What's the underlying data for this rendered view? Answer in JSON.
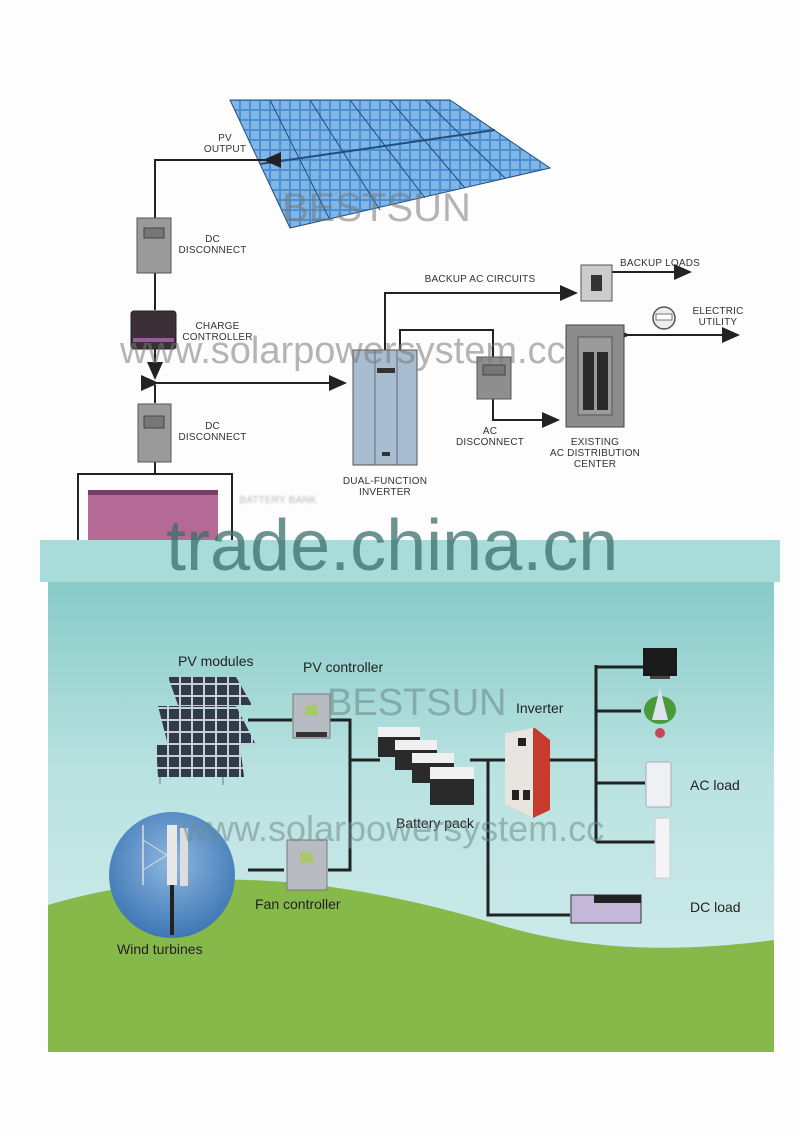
{
  "top_diagram": {
    "labels": {
      "pv_output": "PV\nOUTPUT",
      "dc_disconnect_1": "DC\nDISCONNECT",
      "charge_controller": "CHARGE\nCONTROLLER",
      "dc_disconnect_2": "DC\nDISCONNECT",
      "battery_bank": "BATTERY BANK",
      "dual_function_inverter": "DUAL-FUNCTION\nINVERTER",
      "backup_ac_circuits": "BACKUP AC CIRCUITS",
      "backup_loads": "BACKUP LOADS",
      "electric_utility": "ELECTRIC\nUTILITY",
      "ac_disconnect": "AC\nDISCONNECT",
      "existing_ac_distribution_center": "EXISTING\nAC DISTRIBUTION\nCENTER"
    }
  },
  "bottom_diagram": {
    "labels": {
      "pv_modules": "PV modules",
      "pv_controller": "PV controller",
      "inverter": "Inverter",
      "battery_pack": "Battery pack",
      "ac_load": "AC load",
      "dc_load": "DC load",
      "fan_controller": "Fan controller",
      "wind_turbines": "Wind turbines"
    },
    "colors": {
      "sky": "#a8dcdc",
      "grass": "#86b84a",
      "wire": "#222222",
      "inverter_red": "#c83a2e",
      "dc_load": "#c4b8d8"
    }
  },
  "watermarks": {
    "brand_top": "BESTSUN",
    "url_top": "www.solarpowersystem.cc",
    "trade": "trade.china.cn",
    "brand_bottom": "BESTSUN",
    "url_bottom": "www.solarpowersystem.cc"
  }
}
